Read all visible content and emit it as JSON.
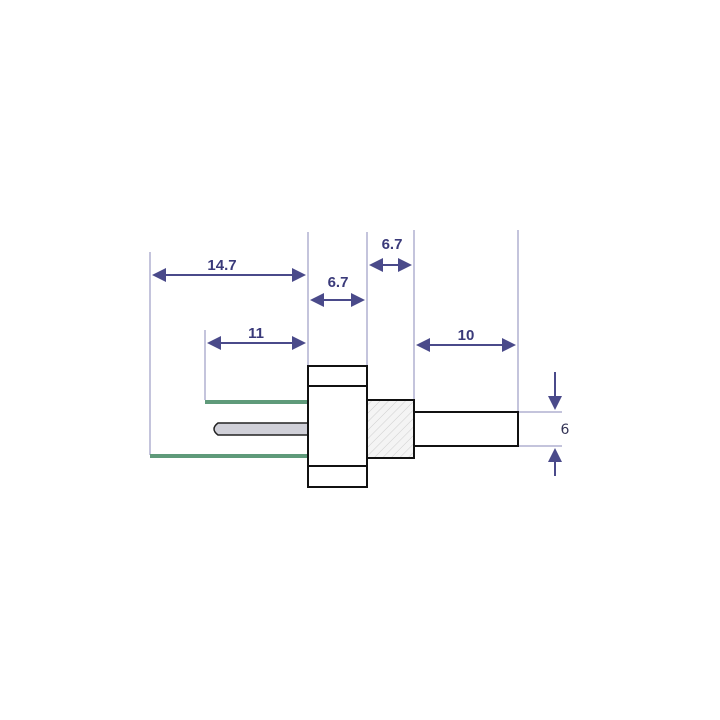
{
  "diagram": {
    "dimensions": {
      "overall_length": "14.7",
      "body_width": "6.7",
      "collar_width": "6.7",
      "pin_length": "11",
      "contact_length": "10",
      "contact_height": "6"
    },
    "colors": {
      "dimension": "#4a4a8a",
      "extension": "#8a8ab8",
      "outline": "#111111",
      "pcb_trace": "#5f9a7a",
      "pin_fill": "#d0d0d8"
    }
  }
}
